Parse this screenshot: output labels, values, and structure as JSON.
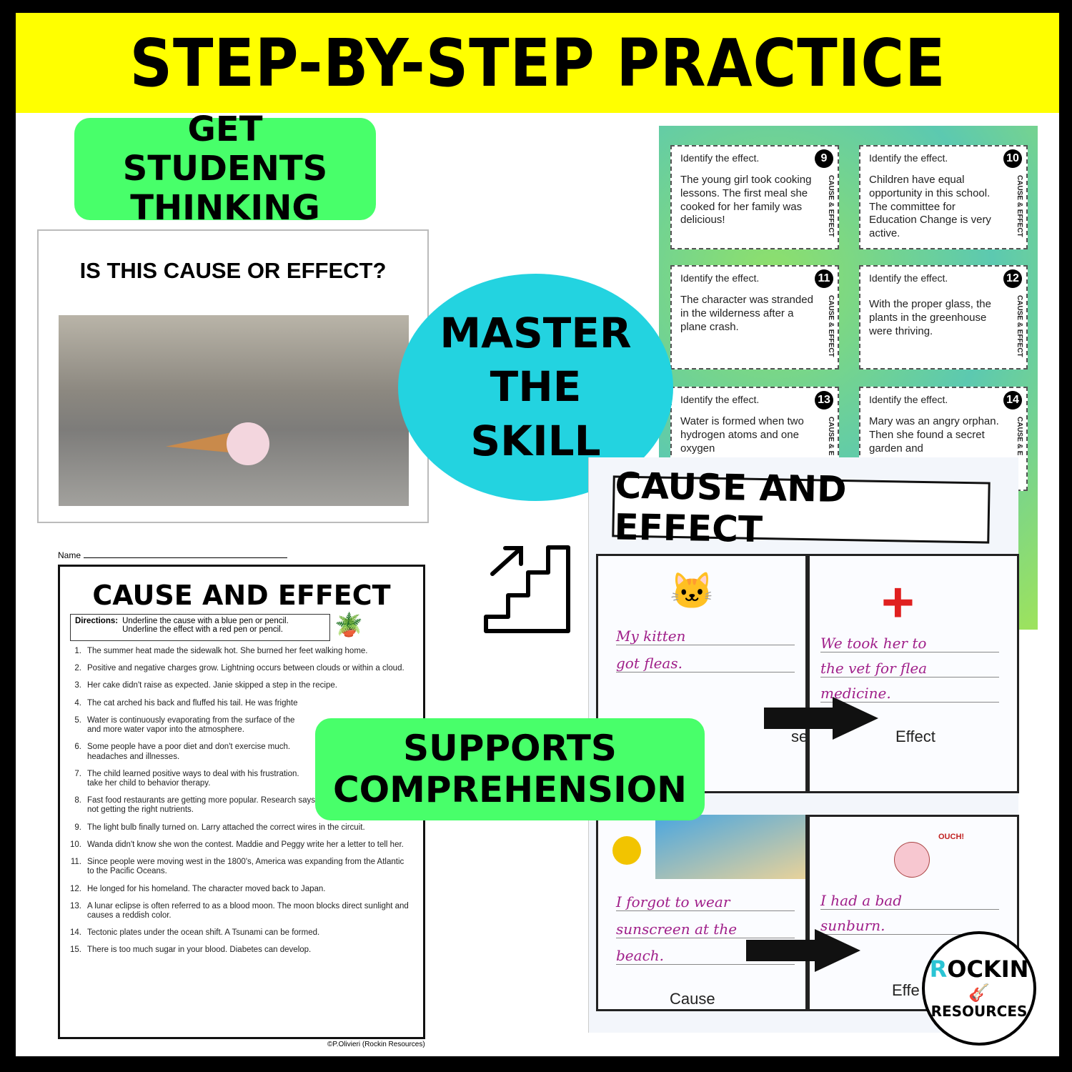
{
  "header": {
    "title": "STEP-BY-STEP PRACTICE"
  },
  "callouts": {
    "thinking": "GET STUDENTS THINKING",
    "master": [
      "MASTER",
      "THE",
      "SKILL"
    ],
    "supports": "SUPPORTS COMPREHENSION"
  },
  "slide": {
    "title": "IS THIS CAUSE OR EFFECT?"
  },
  "task_cards": [
    {
      "prompt": "Identify the effect.",
      "number": "9",
      "text": "The young girl took cooking lessons. The first meal she cooked for her family was delicious!",
      "side": "CAUSE & EFFECT"
    },
    {
      "prompt": "Identify the effect.",
      "number": "10",
      "text": "Children have equal opportunity in this school. The committee for Education Change is very active.",
      "side": "CAUSE & EFFECT"
    },
    {
      "prompt": "Identify the effect.",
      "number": "11",
      "text": "The character was stranded in the wilderness after a plane crash.",
      "side": "CAUSE & EFFECT"
    },
    {
      "prompt": "Identify the effect.",
      "number": "12",
      "text": "With the proper glass, the plants in the greenhouse were thriving.",
      "side": "CAUSE & EFFECT"
    },
    {
      "prompt": "Identify the effect.",
      "number": "13",
      "text": "Water is formed when two hydrogen atoms and one oxygen",
      "side": "CAUSE & E"
    },
    {
      "prompt": "Identify the effect.",
      "number": "14",
      "text": "Mary was an angry orphan. Then she found a secret garden and",
      "side": "CAUSE & E"
    }
  ],
  "notebook": {
    "title": "CAUSE AND EFFECT",
    "cells": [
      {
        "writing": [
          "My kitten",
          "got fleas."
        ],
        "label": "se"
      },
      {
        "writing": [
          "We took her to",
          "the vet for flea",
          "medicine."
        ],
        "label": "Effect"
      },
      {
        "writing": [
          "I forgot to wear",
          "sunscreen at the",
          "beach."
        ],
        "label": "Cause"
      },
      {
        "writing": [
          "I had a bad",
          "sunburn."
        ],
        "label": "Effe",
        "exclaim": "OUCH!"
      }
    ]
  },
  "worksheet": {
    "name_label": "Name",
    "title": "CAUSE AND EFFECT",
    "directions_label": "Directions:",
    "directions": [
      "Underline the cause with a blue pen or pencil.",
      "Underline the effect with a red pen or pencil."
    ],
    "items": [
      {
        "n": "1.",
        "t": "The summer heat made the sidewalk hot. She burned her feet walking home."
      },
      {
        "n": "2.",
        "t": "Positive and negative charges grow. Lightning occurs between clouds or within a cloud."
      },
      {
        "n": "3.",
        "t": "Her cake didn't raise as expected. Janie skipped a step in the recipe."
      },
      {
        "n": "4.",
        "t": "The cat arched his back and fluffed his tail. He was frighte"
      },
      {
        "n": "5.",
        "t": "Water is continuously evaporating from the surface of the and more water vapor into the atmosphere."
      },
      {
        "n": "6.",
        "t": "Some people have a poor diet and don't exercise much. headaches and illnesses."
      },
      {
        "n": "7.",
        "t": "The child learned positive ways to deal with his frustration. take her child to behavior therapy."
      },
      {
        "n": "8.",
        "t": "Fast food restaurants are getting more popular. Research says many young children are not getting the right nutrients."
      },
      {
        "n": "9.",
        "t": "The light bulb finally turned on. Larry attached the correct wires in the circuit."
      },
      {
        "n": "10.",
        "t": "Wanda didn't know she won the contest. Maddie and Peggy write her a letter to tell her."
      },
      {
        "n": "11.",
        "t": "Since people were moving west in the 1800's, America was expanding from the Atlantic to the Pacific Oceans."
      },
      {
        "n": "12.",
        "t": "He longed for his homeland. The character moved back to Japan."
      },
      {
        "n": "13.",
        "t": "A lunar eclipse is often referred to as a blood moon. The moon blocks direct sunlight and causes a reddish color."
      },
      {
        "n": "14.",
        "t": "Tectonic plates under the ocean shift. A Tsunami can be formed."
      },
      {
        "n": "15.",
        "t": "There is too much sugar in your blood. Diabetes can develop."
      }
    ],
    "copyright": "©P.Olivieri (Rockin Resources)"
  },
  "logo": {
    "line1": "ROCKIN",
    "line2": "RESOURCES"
  },
  "icons": {
    "stairs": "stairs-icon"
  }
}
